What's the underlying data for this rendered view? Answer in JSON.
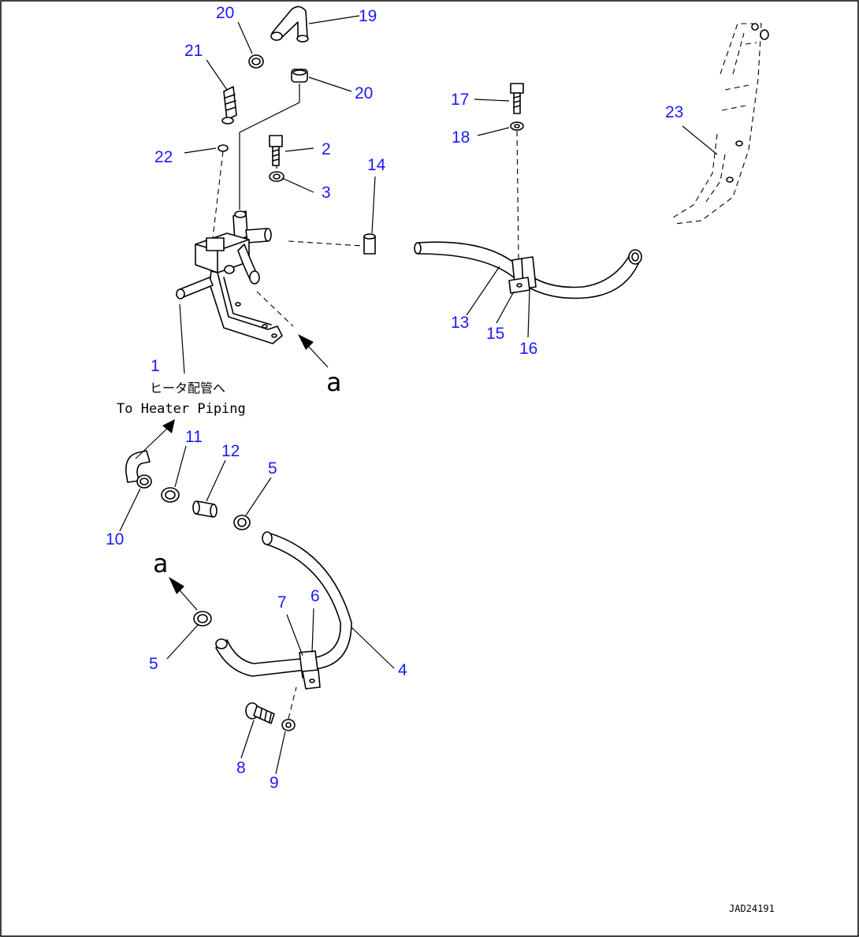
{
  "diagram": {
    "callouts": [
      "1",
      "2",
      "3",
      "4",
      "5",
      "5",
      "6",
      "7",
      "8",
      "9",
      "10",
      "11",
      "12",
      "13",
      "14",
      "15",
      "16",
      "17",
      "18",
      "19",
      "20",
      "20",
      "21",
      "22",
      "23"
    ],
    "annotation_jp": "ヒータ配管へ",
    "annotation_en": "To Heater Piping",
    "view_marker": "a",
    "view_marker_2": "a",
    "ref_code": "JAD24191"
  }
}
